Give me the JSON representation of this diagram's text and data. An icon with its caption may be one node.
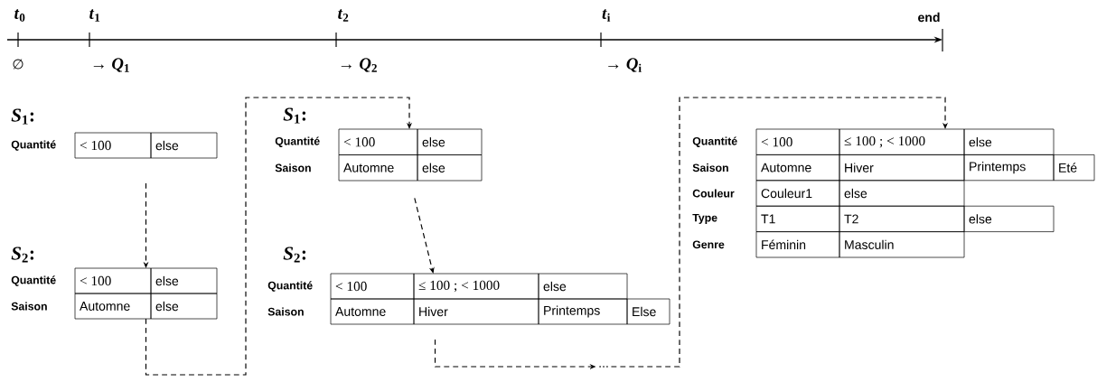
{
  "diagram": {
    "nodes": [
      {
        "text": [
          "*S*$_{1}$:",
          "Quantité",
          "< 100",
          "else"
        ]
      },
      {
        "text": [
          "*S*$_{2}$:",
          "Quantité",
          "< 100",
          "else",
          "Saison",
          "Automne",
          "else"
        ]
      },
      {
        "text": [
          "*S*$_{1}$:",
          "Quantité",
          "< 100",
          "else",
          "Saison",
          "Automne",
          "else"
        ]
      },
      {
        "text": [
          "*S*$_{2}$:",
          "Quantité",
          "< 100",
          "≤ 100 ; < 1000",
          "else",
          "Saison",
          "Automne",
          "Hiver",
          "Printemps",
          "Else"
        ]
      },
      {
        "text": [
          "..."
        ]
      },
      {
        "text": [
          "Quantité",
          "< 100",
          "≤ 100 ; < 1000",
          "else",
          "Saison",
          "Automne",
          "Hiver",
          "Printemps",
          "Eté",
          "Couleur",
          "Couleur1",
          "else",
          "Type",
          "T1",
          "T2",
          "else",
          "Genre",
          "Féminin",
          "Masculin"
        ]
      }
    ],
    "edges": [
      {
        "from": 0,
        "to": 1,
        "arrow": "to",
        "style": "dashed"
      },
      {
        "from": 1,
        "to": 2,
        "arrow": "to",
        "style": "dashed"
      },
      {
        "from": 2,
        "to": 3,
        "arrow": "to",
        "style": "dashed"
      },
      {
        "from": 3,
        "to": 4,
        "arrow": "to",
        "style": "dashed"
      },
      {
        "from": 4,
        "to": 5,
        "arrow": "to",
        "style": "dashed"
      }
    ],
    "labels": [
      "*t*$_{0}$",
      "*t*$_{1}$",
      "*t*$_{2}$",
      "*t*$_{i}$",
      "end",
      "∅",
      "→ *Q*$_{1}$",
      "→ *Q*$_{2}$",
      "→ *Q*$_{i}$"
    ]
  }
}
